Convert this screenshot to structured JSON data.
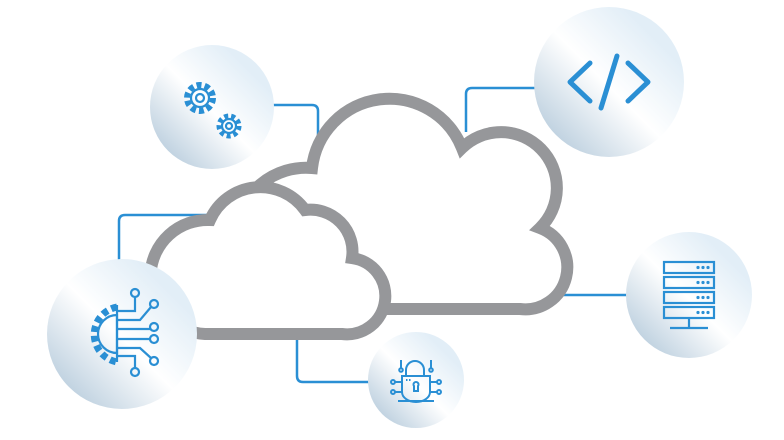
{
  "colors": {
    "accent": "#2a8fd4",
    "cloud_stroke": "#96979a",
    "bubble_light": "#ffffff",
    "bubble_dark": "#b9cddd"
  },
  "nodes": [
    {
      "id": "gears",
      "icon": "gears-icon"
    },
    {
      "id": "code",
      "icon": "code-brackets-icon"
    },
    {
      "id": "server",
      "icon": "server-rack-icon"
    },
    {
      "id": "ai-gear",
      "icon": "gear-circuit-icon"
    },
    {
      "id": "lock",
      "icon": "security-lock-icon"
    }
  ],
  "clouds": [
    "back-cloud",
    "front-cloud"
  ]
}
